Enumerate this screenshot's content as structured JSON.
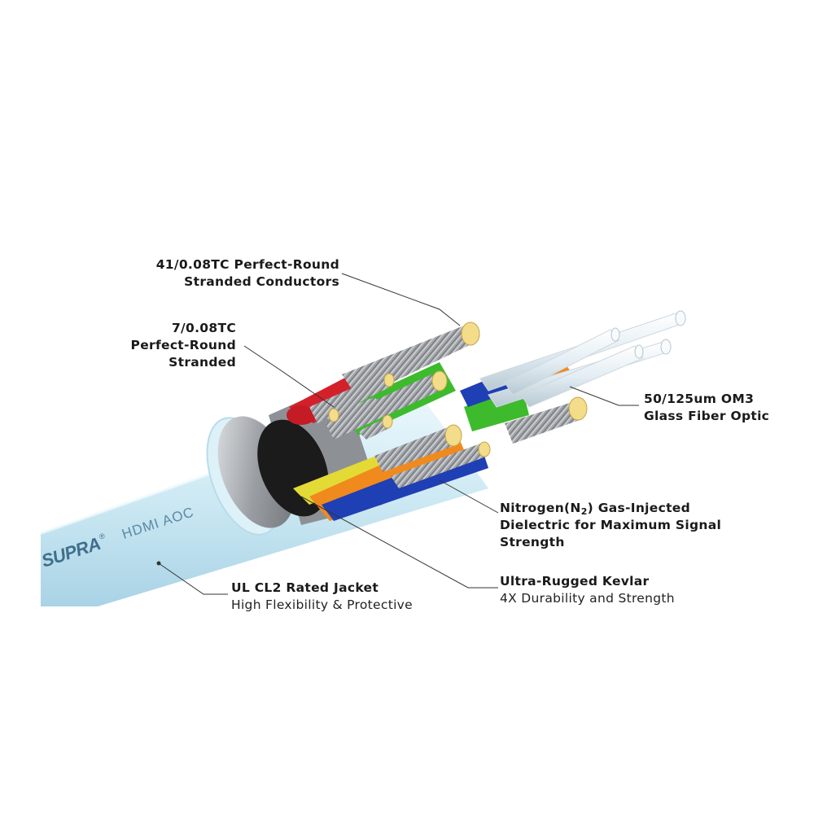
{
  "product": {
    "brand": "SUPRA",
    "brand_mark": "®",
    "model_print": "HDMI AOC"
  },
  "callouts": {
    "conductors_41": {
      "line1": "41/0.08TC Perfect-Round",
      "line2": "Stranded Conductors"
    },
    "conductors_7": {
      "line1": "7/0.08TC",
      "line2": "Perfect-Round",
      "line3": "Stranded"
    },
    "fiber": {
      "line1": "50/125um OM3",
      "line2": "Glass Fiber Optic"
    },
    "dielectric": {
      "line1_pre": "Nitrogen(N",
      "line1_sub": "2",
      "line1_post": ") Gas-Injected",
      "line2": "Dielectric for Maximum Signal",
      "line3": "Strength"
    },
    "kevlar": {
      "title": "Ultra-Rugged Kevlar",
      "desc": "4X Durability and Strength"
    },
    "jacket": {
      "title": "UL CL2 Rated Jacket",
      "desc": "High Flexibility & Protective"
    }
  },
  "colors": {
    "jacket": "#cfeaf4",
    "shield": "#a9acb0",
    "red": "#d4202a",
    "green": "#3dbb2c",
    "orange": "#f08a1c",
    "blue": "#1f3fb5",
    "yellow": "#e9e23a",
    "copper_core": "#f3dc8a",
    "leader": "#333333"
  }
}
